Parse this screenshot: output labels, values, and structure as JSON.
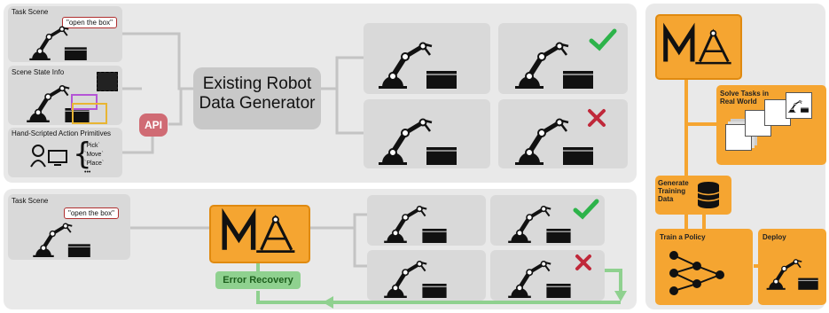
{
  "top": {
    "task_scene_label": "Task Scene",
    "task_quote": "\"open the box\"",
    "scene_state_label": "Scene State Info",
    "hand_scripted_label": "Hand-Scripted Action Primitives",
    "primitives": [
      "`Pick`",
      "`Move`",
      "`Place`",
      "•••"
    ],
    "api_label": "API",
    "generator_line1": "Existing Robot",
    "generator_line2": "Data Generator",
    "success_icon": "check-icon",
    "failure_icon": "cross-icon"
  },
  "bottom": {
    "task_scene_label": "Task Scene",
    "task_quote": "\"open the box\"",
    "error_recovery_label": "Error Recovery"
  },
  "right": {
    "solve_tasks_label": "Solve Tasks in Real World",
    "generate_label": "Generate Training Data",
    "train_label": "Train a Policy",
    "deploy_label": "Deploy"
  },
  "colors": {
    "orange": "#f5a531",
    "green": "#8fd18f",
    "panel": "#e9e9e9",
    "card": "#d9d9d9",
    "api": "#d06b74"
  }
}
